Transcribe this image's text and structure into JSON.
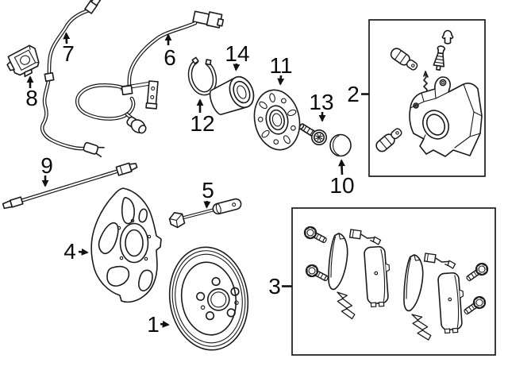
{
  "diagram": {
    "kind": "exploded-parts-diagram",
    "subject": "front disc brake and wheel hub assembly",
    "background_color": "#ffffff",
    "line_color": "#1a1a1a",
    "label_color": "#0b0b0b",
    "callouts": [
      {
        "label": "1",
        "part": "brake-rotor"
      },
      {
        "label": "2",
        "part": "brake-caliper-kit"
      },
      {
        "label": "3",
        "part": "brake-pad-set"
      },
      {
        "label": "4",
        "part": "splash-shield"
      },
      {
        "label": "5",
        "part": "brake-pad-wear-sensor"
      },
      {
        "label": "6",
        "part": "abs-speed-sensor-harness-front"
      },
      {
        "label": "7",
        "part": "abs-sensor-wire-harness"
      },
      {
        "label": "8",
        "part": "sensor-mounting-bracket"
      },
      {
        "label": "9",
        "part": "brake-hydraulic-line"
      },
      {
        "label": "10",
        "part": "hub-dust-cap"
      },
      {
        "label": "11",
        "part": "wheel-hub-flange"
      },
      {
        "label": "12",
        "part": "bearing-snap-ring"
      },
      {
        "label": "13",
        "part": "hub-bolt"
      },
      {
        "label": "14",
        "part": "wheel-bearing"
      }
    ]
  }
}
